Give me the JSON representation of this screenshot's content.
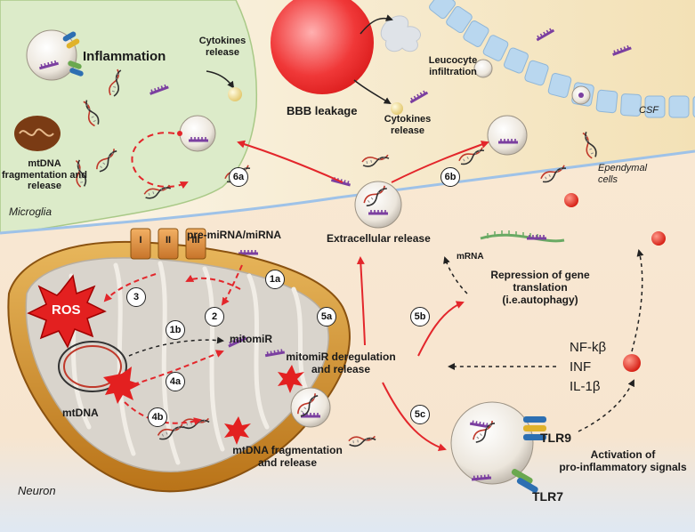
{
  "regions": {
    "microglia": "Microglia",
    "neuron": "Neuron",
    "csf": "CSF",
    "ependymal": "Ependymal\ncells"
  },
  "labels": {
    "inflammation": "Inflammation",
    "cytokines_top": "Cytokines\nrelease",
    "leucocyte": "Leucocyte\ninfiltration",
    "bbb": "BBB leakage",
    "cytokines_mid": "Cytokines\nrelease",
    "mtdna_frag_microglia": "mtDNA\nfragmentation and\nrelease",
    "pre_mirna": "pre-miRNA/miRNA",
    "extracellular": "Extracellular release",
    "mrna": "mRNA",
    "repression": "Repression of gene\ntranslation\n(i.e.autophagy)",
    "ros": "ROS",
    "complex_1": "I",
    "complex_2": "II",
    "complex_3": "III",
    "mitomir": "mitomiR",
    "mitomir_dereg": "mitomiR deregulation\nand release",
    "mtdna": "mtDNA",
    "mtdna_frag_neuron": "mtDNA fragmentation\nand release",
    "nfkb": "NF-kβ",
    "inf": "INF",
    "il1b": "IL-1β",
    "tlr9": "TLR9",
    "tlr7": "TLR7",
    "activation": "Activation of\npro-inflammatory signals"
  },
  "steps": [
    "1a",
    "1b",
    "2",
    "3",
    "4a",
    "4b",
    "5a",
    "5b",
    "5c",
    "6a",
    "6b"
  ],
  "colors": {
    "microglia_fill": "#dcebc9",
    "neuron_fill": "#f7e6cf",
    "csf_fill": "#f4e7c2",
    "mito_outer": "#d8962e",
    "mito_inner": "#d9d4cc",
    "arrow_red": "#e3262b",
    "mirna_purple": "#7b3fa0",
    "ependymal_blue": "#b9d7ef"
  }
}
